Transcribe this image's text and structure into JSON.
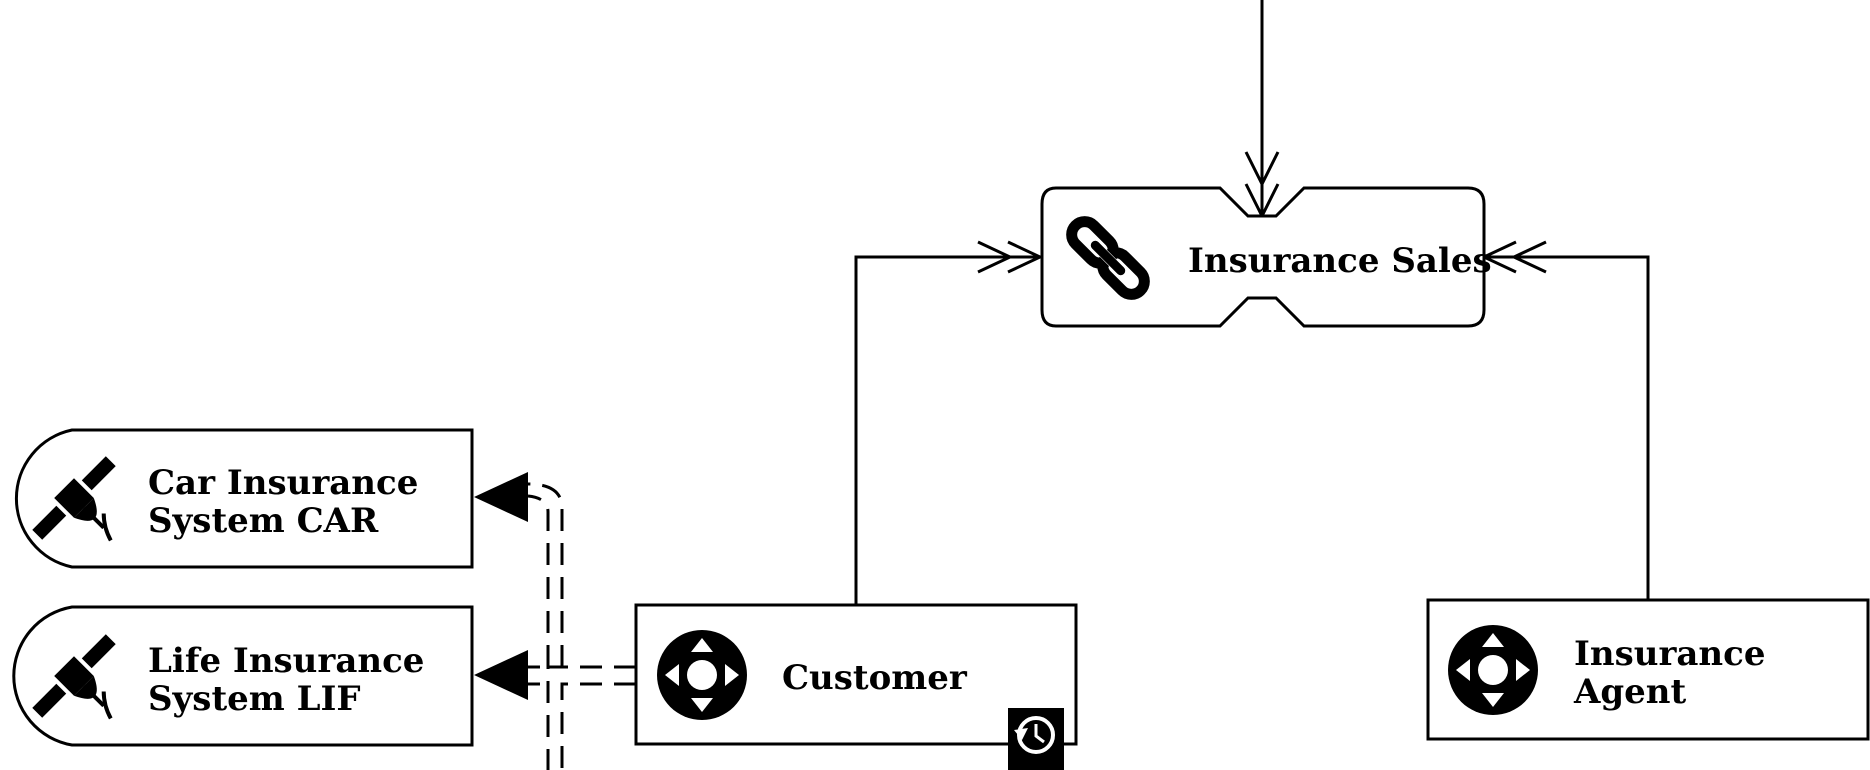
{
  "nodes": {
    "insurance_sales": {
      "label": "Insurance Sales",
      "icon": "chain-link-icon"
    },
    "car_insurance": {
      "label_lines": [
        "Car Insurance",
        "System CAR"
      ],
      "icon": "satellite-icon"
    },
    "life_insurance": {
      "label_lines": [
        "Life Insurance",
        "System LIF"
      ],
      "icon": "satellite-icon"
    },
    "customer": {
      "label": "Customer",
      "icon": "directional-pad-icon",
      "badge_icon": "history-clock-icon"
    },
    "insurance_agent": {
      "label_lines": [
        "Insurance",
        "Agent"
      ],
      "icon": "directional-pad-icon"
    }
  },
  "colors": {
    "stroke": "#000000",
    "fill": "#ffffff"
  }
}
